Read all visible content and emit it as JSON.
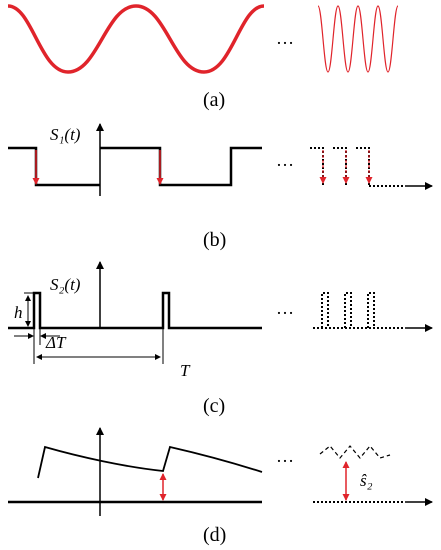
{
  "panels": {
    "a": {
      "label": "(a)"
    },
    "b": {
      "label": "(b)",
      "signal_label": "S₁(t)"
    },
    "c": {
      "label": "(c)",
      "signal_label": "S₂(t)",
      "height_label": "h",
      "width_label": "ΔT",
      "period_label": "T"
    },
    "d": {
      "label": "(d)",
      "estimate_label": "ŝ₂"
    }
  },
  "ellipsis": "…",
  "colors": {
    "signal_red": "#e0242b",
    "ink": "#000000"
  }
}
